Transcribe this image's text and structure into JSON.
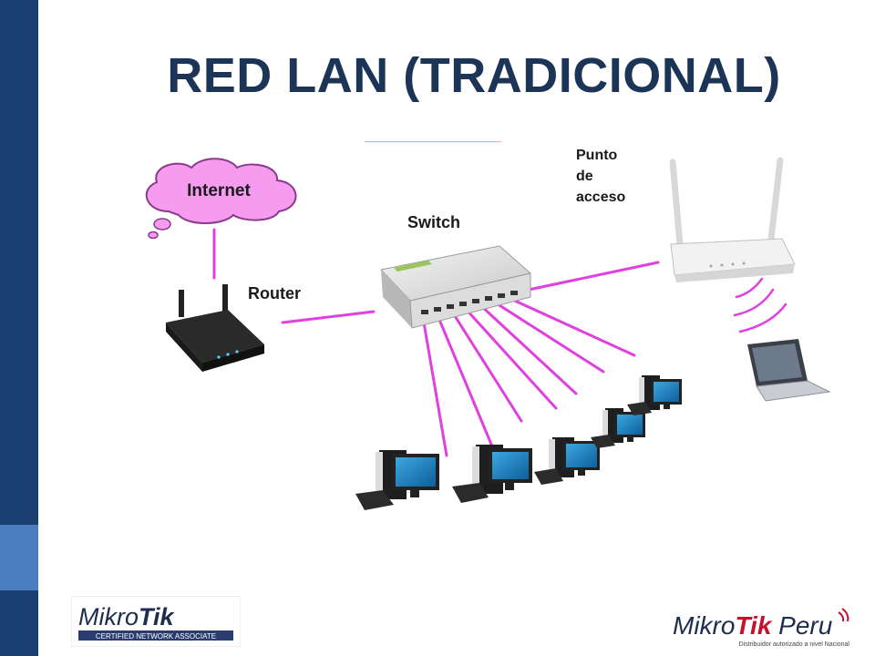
{
  "slide": {
    "title": "RED LAN (TRADICIONAL)"
  },
  "labels": {
    "internet": "Internet",
    "router": "Router",
    "switch": "Switch",
    "access_point_line1": "Punto",
    "access_point_line2": "de",
    "access_point_line3": "acceso"
  },
  "logos": {
    "left_brand_a": "Mikro",
    "left_brand_b": "Tik",
    "left_caption": "CERTIFIED NETWORK ASSOCIATE",
    "right_brand_a": "Mikro",
    "right_brand_b": "Tik",
    "right_brand_c": " Peru",
    "right_caption": "Distribuidor autorizado a nivel Nacional"
  },
  "colors": {
    "sidebar": "#1c3f73",
    "sidebar_accent": "#4a7ec0",
    "title": "#1c3557",
    "link": "#e040e0",
    "cloud": "#f59cf0",
    "logo_red": "#c8102e"
  },
  "icons": {
    "internet": "cloud-icon",
    "router": "router-icon",
    "switch": "switch-icon",
    "access_point": "access-point-icon",
    "wireless": "wifi-waves-icon",
    "laptop": "laptop-icon",
    "desktop": "desktop-pc-icon"
  }
}
